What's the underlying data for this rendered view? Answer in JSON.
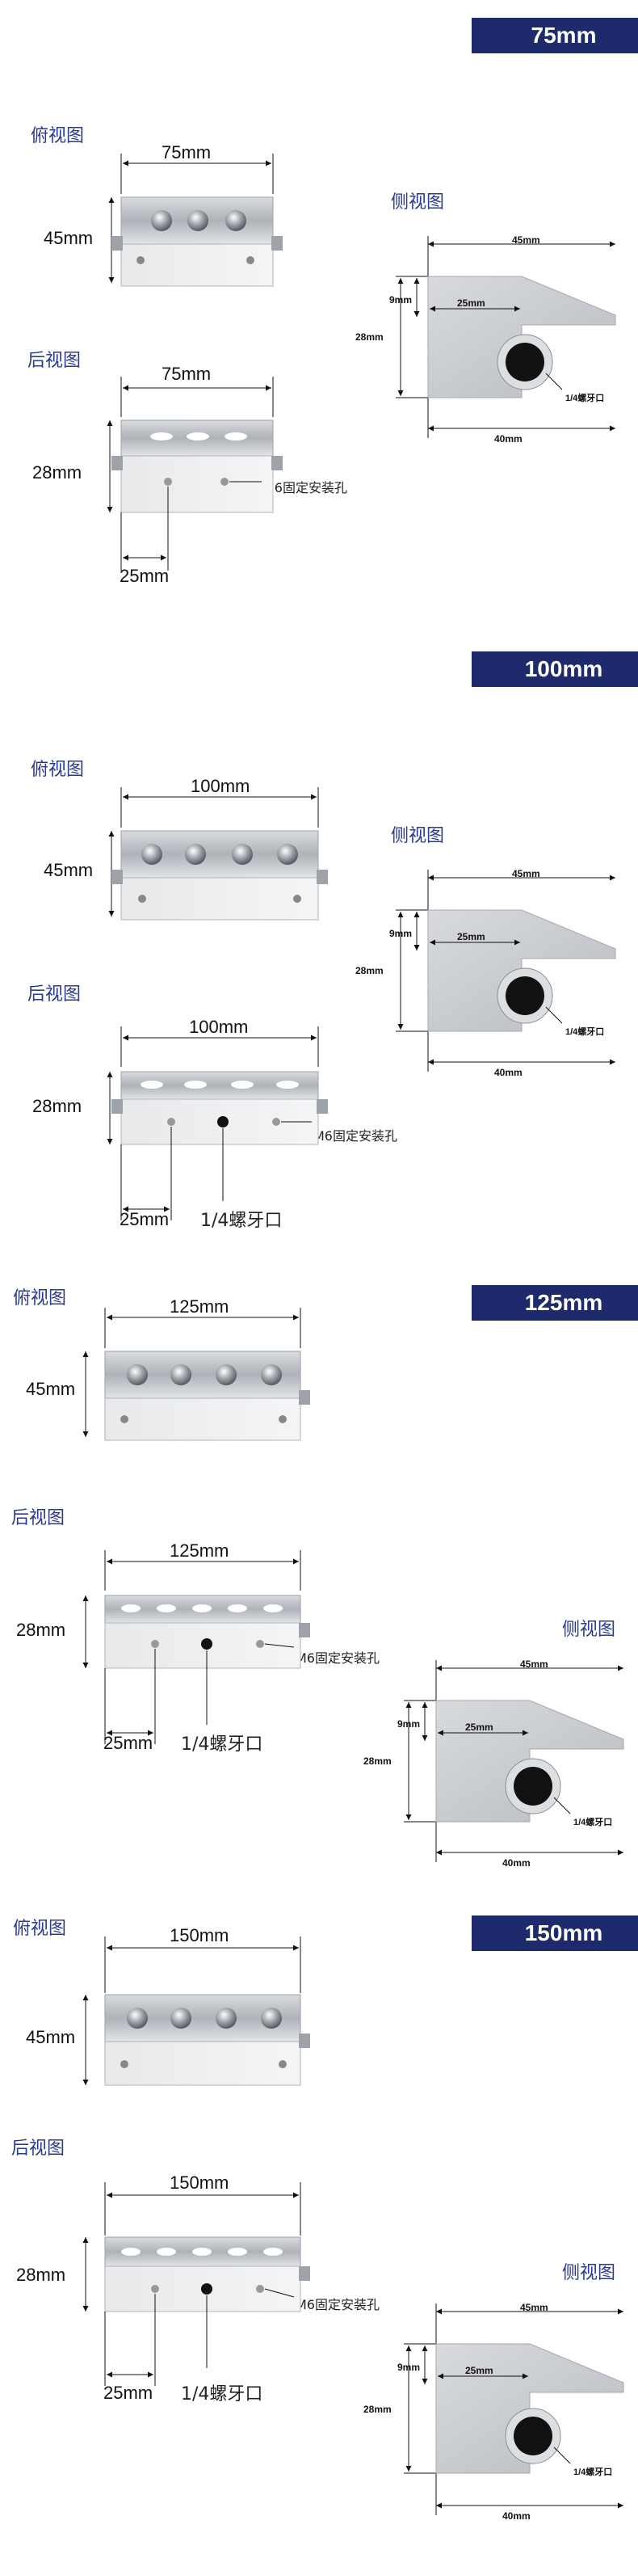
{
  "views": {
    "top": "俯视图",
    "back": "后视图",
    "side": "侧视图"
  },
  "sections": [
    {
      "size": "75mm",
      "top_width": "75mm",
      "height": "45mm",
      "back_width": "75mm",
      "back_height": "28mm",
      "offset": "25mm",
      "mount_hole": "M6固定安装孔",
      "thread_port": ""
    },
    {
      "size": "100mm",
      "top_width": "100mm",
      "height": "45mm",
      "back_width": "100mm",
      "back_height": "28mm",
      "offset": "25mm",
      "mount_hole": "M6固定安装孔",
      "thread_port": "1/4螺牙口"
    },
    {
      "size": "125mm",
      "top_width": "125mm",
      "height": "45mm",
      "back_width": "125mm",
      "back_height": "28mm",
      "offset": "25mm",
      "mount_hole": "M6固定安装孔",
      "thread_port": "1/4螺牙口"
    },
    {
      "size": "150mm",
      "top_width": "150mm",
      "height": "45mm",
      "back_width": "150mm",
      "back_height": "28mm",
      "offset": "25mm",
      "mount_hole": "M6固定安装孔",
      "thread_port": "1/4螺牙口"
    }
  ],
  "side_view": {
    "width": "45mm",
    "inner": "25mm",
    "depth": "9mm",
    "height": "28mm",
    "port": "1/4螺牙口",
    "bottom": "40mm"
  },
  "colors": {
    "badge": "#1d2a6b",
    "label": "#2a3b8f",
    "metal": "#c9ccd1"
  }
}
